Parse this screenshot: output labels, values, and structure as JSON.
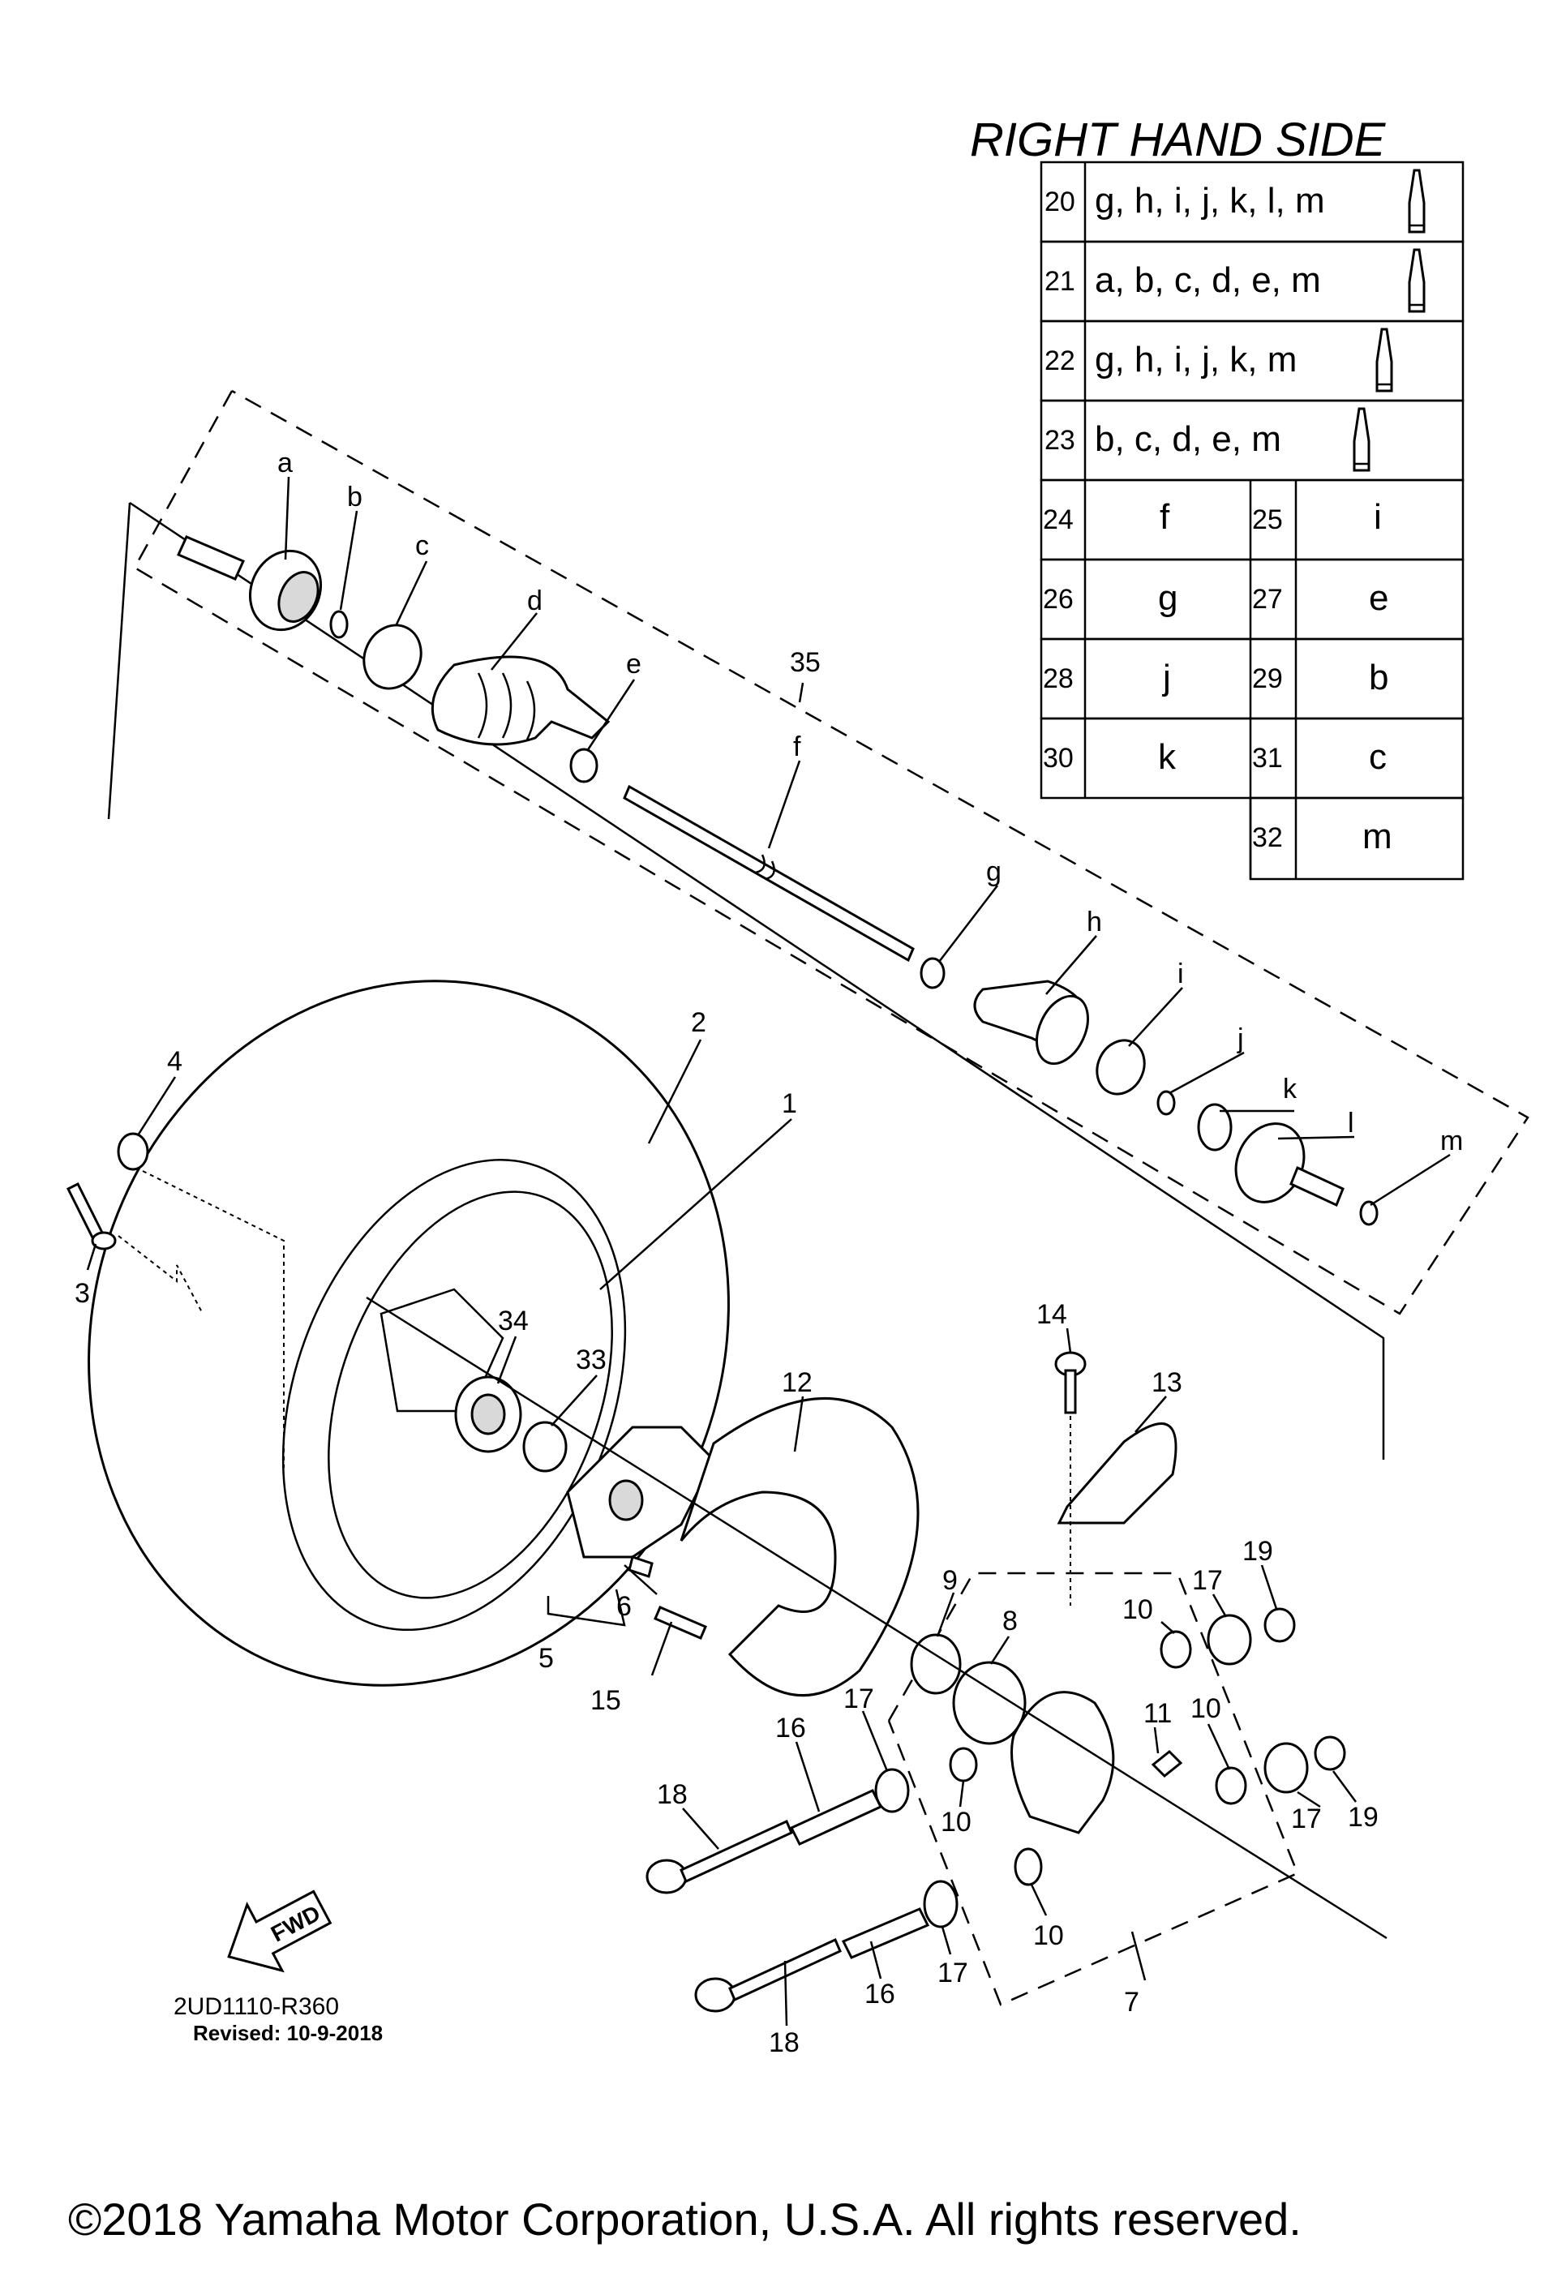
{
  "header": {
    "side_title": "RIGHT HAND SIDE"
  },
  "kit_table": {
    "rows": [
      {
        "num": "20",
        "parts": "g, h, i, j, k, l, m"
      },
      {
        "num": "21",
        "parts": "a, b, c, d, e, m"
      },
      {
        "num": "22",
        "parts": "g, h, i, j, k, m"
      },
      {
        "num": "23",
        "parts": "b, c, d, e, m"
      }
    ],
    "pairs": [
      {
        "num": "24",
        "letter": "f"
      },
      {
        "num": "25",
        "letter": "i"
      },
      {
        "num": "26",
        "letter": "g"
      },
      {
        "num": "27",
        "letter": "e"
      },
      {
        "num": "28",
        "letter": "j"
      },
      {
        "num": "29",
        "letter": "b"
      },
      {
        "num": "30",
        "letter": "k"
      },
      {
        "num": "31",
        "letter": "c"
      },
      {
        "num": "32",
        "letter": "m"
      }
    ],
    "grease_icon": "grease-tube-icon"
  },
  "callouts": {
    "a": "a",
    "b": "b",
    "c": "c",
    "d": "d",
    "e": "e",
    "f": "f",
    "g": "g",
    "h": "h",
    "i": "i",
    "j": "j",
    "k": "k",
    "l": "l",
    "m": "m",
    "n1": "1",
    "n2": "2",
    "n3": "3",
    "n4": "4",
    "n5": "5",
    "n6": "6",
    "n7": "7",
    "n8": "8",
    "n9": "9",
    "n10": "10",
    "n11": "11",
    "n12": "12",
    "n13": "13",
    "n14": "14",
    "n15": "15",
    "n16": "16",
    "n17": "17",
    "n18": "18",
    "n19": "19",
    "n33": "33",
    "n34": "34",
    "n35": "35"
  },
  "footer": {
    "fwd_label": "FWD",
    "diagram_code": "2UD1110-R360",
    "revised": "Revised: 10-9-2018",
    "copyright": "©2018 Yamaha Motor Corporation, U.S.A. All rights reserved."
  }
}
